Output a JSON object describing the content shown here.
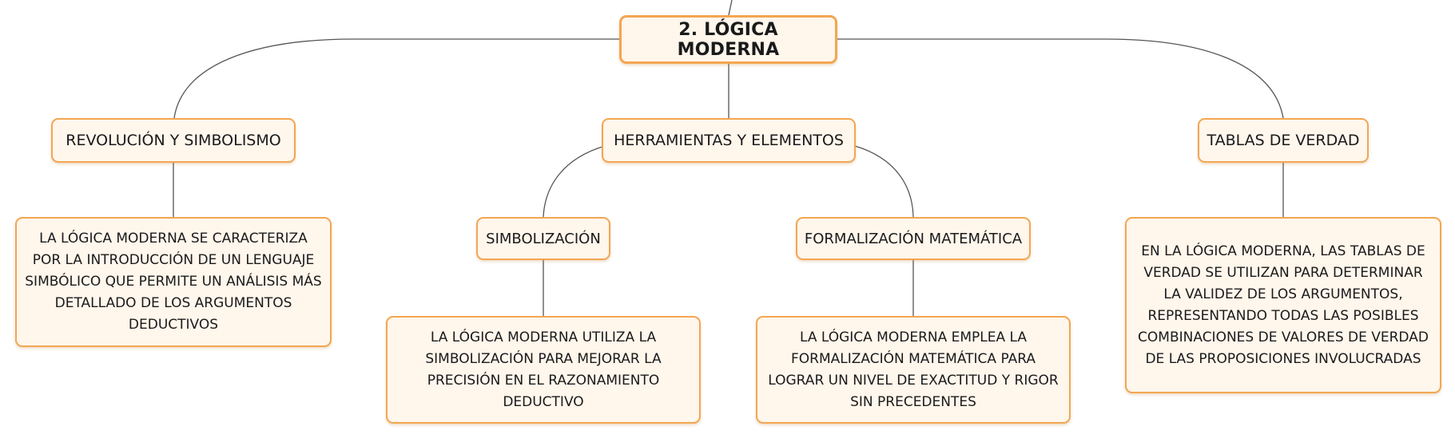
{
  "diagram": {
    "root": {
      "label": "2. LÓGICA MODERNA"
    },
    "branches": [
      {
        "label": "REVOLUCIÓN Y SIMBOLISMO",
        "description": "LA LÓGICA MODERNA SE CARACTERIZA POR LA INTRODUCCIÓN DE UN LENGUAJE SIMBÓLICO QUE PERMITE UN ANÁLISIS MÁS DETALLADO DE LOS ARGUMENTOS DEDUCTIVOS"
      },
      {
        "label": "HERRAMIENTAS Y ELEMENTOS",
        "children": [
          {
            "label": "SIMBOLIZACIÓN",
            "description": "LA LÓGICA MODERNA UTILIZA LA SIMBOLIZACIÓN PARA MEJORAR LA PRECISIÓN EN EL RAZONAMIENTO DEDUCTIVO"
          },
          {
            "label": "FORMALIZACIÓN MATEMÁTICA",
            "description": "LA LÓGICA MODERNA EMPLEA LA FORMALIZACIÓN MATEMÁTICA PARA LOGRAR UN NIVEL DE EXACTITUD Y RIGOR SIN PRECEDENTES"
          }
        ]
      },
      {
        "label": "TABLAS DE VERDAD",
        "description": "EN LA LÓGICA MODERNA, LAS TABLAS DE VERDAD SE UTILIZAN PARA DETERMINAR LA VALIDEZ DE LOS ARGUMENTOS, REPRESENTANDO TODAS LAS POSIBLES COMBINACIONES DE VALORES DE VERDAD DE LAS PROPOSICIONES INVOLUCRADAS"
      }
    ]
  },
  "colors": {
    "node_fill": "#fff6ec",
    "node_border": "#f3a651",
    "connector": "#555555",
    "text": "#1a1a1a"
  }
}
